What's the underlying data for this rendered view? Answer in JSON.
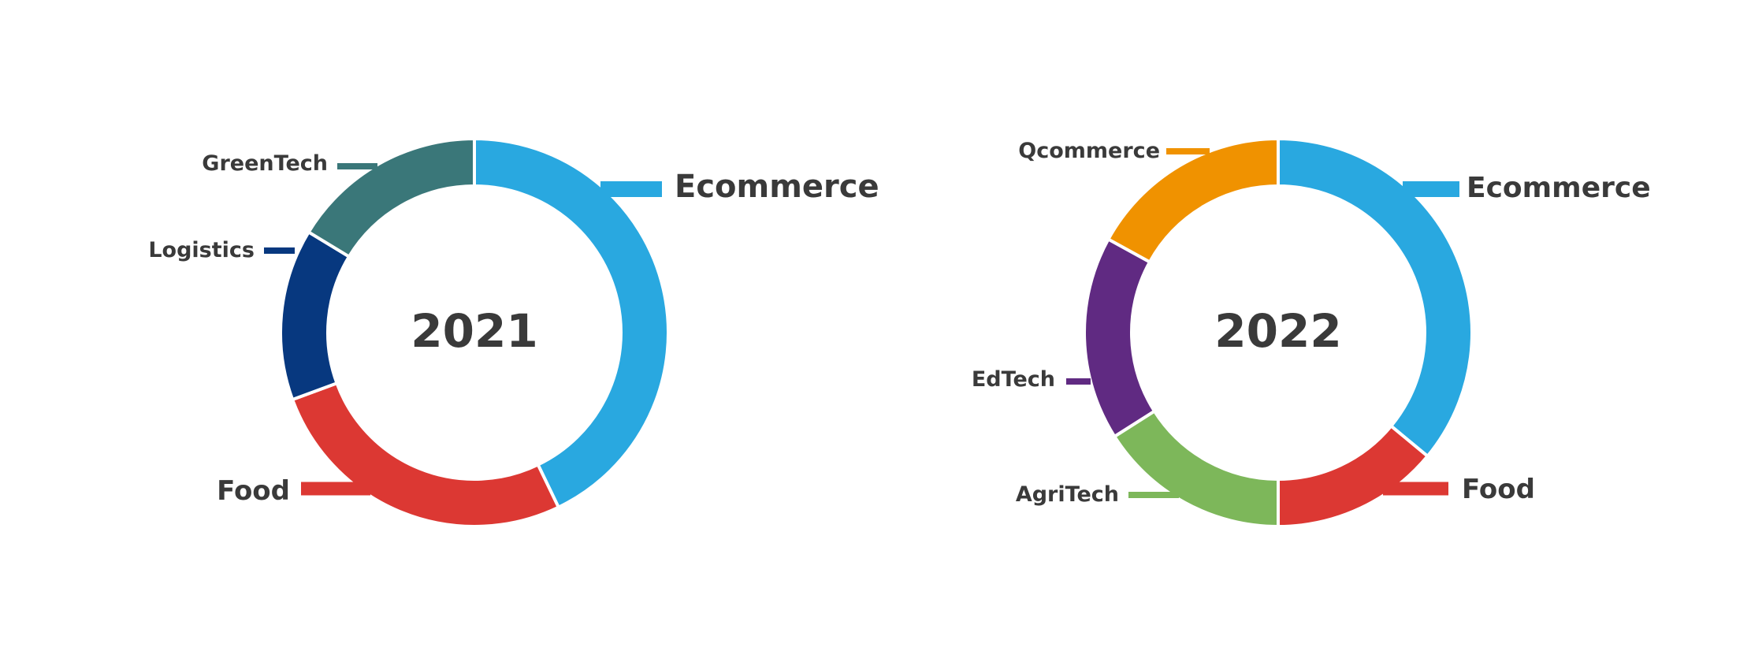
{
  "chart_data": [
    {
      "type": "pie",
      "center_label": "2021",
      "slices": [
        {
          "label": "Ecommerce",
          "value": 42,
          "color": "#29a8e0"
        },
        {
          "label": "Food",
          "value": 26,
          "color": "#dc3833"
        },
        {
          "label": "Logistics",
          "value": 14,
          "color": "#07387f"
        },
        {
          "label": "GreenTech",
          "value": 16,
          "color": "#3a7779"
        }
      ]
    },
    {
      "type": "pie",
      "center_label": "2022",
      "slices": [
        {
          "label": "Ecommerce",
          "value": 36,
          "color": "#29a8e0"
        },
        {
          "label": "Food",
          "value": 14,
          "color": "#dc3833"
        },
        {
          "label": "AgriTech",
          "value": 16,
          "color": "#7db75a"
        },
        {
          "label": "EdTech",
          "value": 17,
          "color": "#602a82"
        },
        {
          "label": "Qcommerce",
          "value": 17,
          "color": "#f09200"
        }
      ]
    }
  ]
}
